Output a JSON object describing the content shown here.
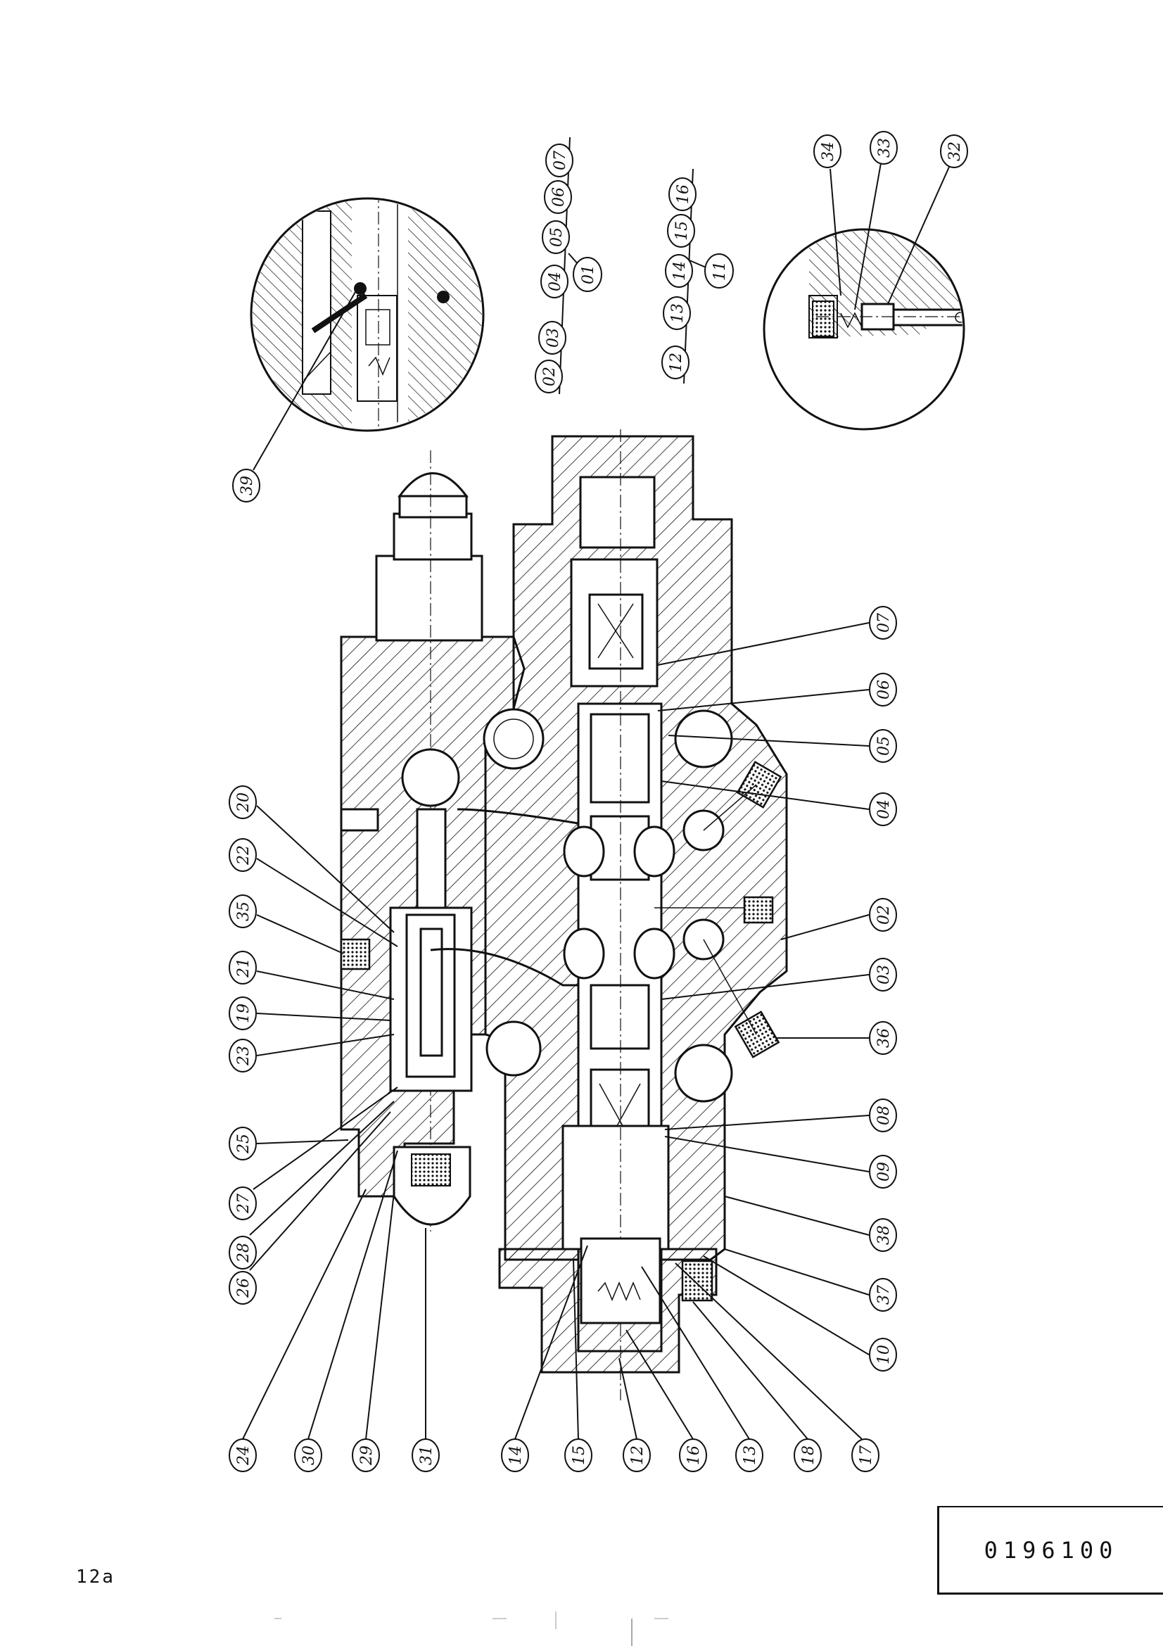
{
  "drawing": {
    "code": "0196100",
    "page_label": "12a",
    "group_callouts": [
      {
        "id": "01",
        "members": [
          "02",
          "03",
          "04",
          "05",
          "06",
          "07"
        ]
      },
      {
        "id": "11",
        "members": [
          "12",
          "13",
          "14",
          "15",
          "16"
        ]
      }
    ],
    "detail_callouts": [
      "34",
      "33",
      "32",
      "39"
    ],
    "part_callouts": [
      "07",
      "06",
      "05",
      "04",
      "02",
      "03",
      "36",
      "08",
      "09",
      "38",
      "37",
      "10",
      "17",
      "18",
      "13",
      "16",
      "12",
      "15",
      "14",
      "31",
      "29",
      "30",
      "24",
      "26",
      "28",
      "27",
      "25",
      "23",
      "19",
      "21",
      "35",
      "22",
      "20"
    ]
  }
}
